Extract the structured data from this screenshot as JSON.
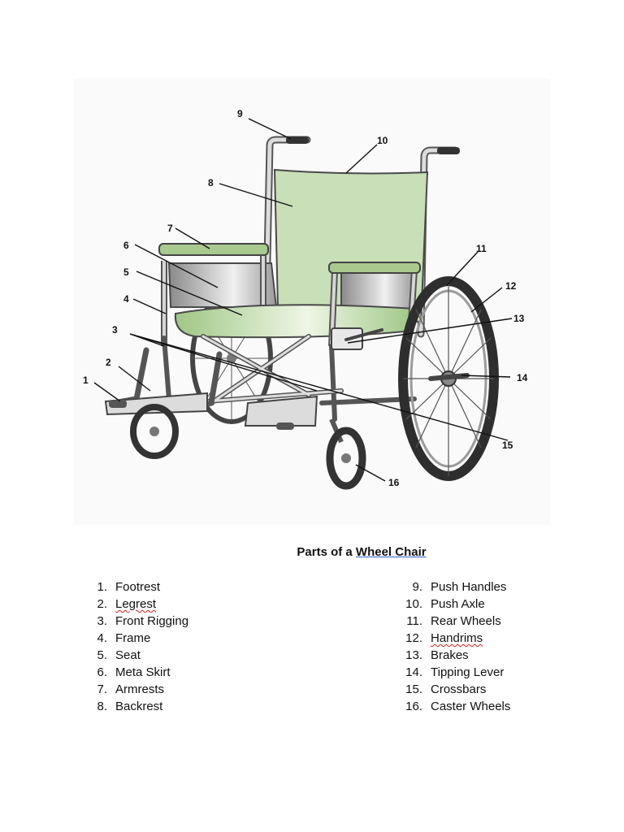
{
  "caption": {
    "prefix": "Parts of a ",
    "underlined": "Wheel Chair"
  },
  "parts": [
    {
      "num": "1.",
      "name": "Footrest"
    },
    {
      "num": "2.",
      "name": "Legrest"
    },
    {
      "num": "3.",
      "name": "Front Rigging"
    },
    {
      "num": "4.",
      "name": "Frame"
    },
    {
      "num": "5.",
      "name": "Seat"
    },
    {
      "num": "6.",
      "name": "Meta Skirt"
    },
    {
      "num": "7.",
      "name": "Armrests"
    },
    {
      "num": "8.",
      "name": "Backrest"
    },
    {
      "num": "9.",
      "name": "Push Handles"
    },
    {
      "num": "10.",
      "name": "Push Axle"
    },
    {
      "num": "11.",
      "name": "Rear Wheels"
    },
    {
      "num": "12.",
      "name": "Handrims"
    },
    {
      "num": "13.",
      "name": "Brakes"
    },
    {
      "num": "14.",
      "name": "Tipping Lever"
    },
    {
      "num": "15.",
      "name": "Crossbars"
    },
    {
      "num": "16.",
      "name": "Caster Wheels"
    }
  ],
  "callouts": [
    "1",
    "2",
    "3",
    "4",
    "5",
    "6",
    "7",
    "8",
    "9",
    "10",
    "11",
    "12",
    "13",
    "14",
    "15",
    "16"
  ],
  "colors": {
    "upholstery": "#c8dfb7",
    "frame": "#bdbdbd",
    "tire": "#555555",
    "spell_underline": "#dd2222",
    "link_underline": "#2b5fcf"
  }
}
